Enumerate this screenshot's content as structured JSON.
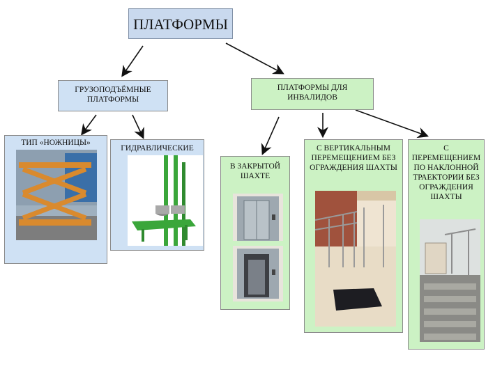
{
  "title": "ПЛАТФОРМЫ",
  "cargo": {
    "label": "ГРУЗОПОДЪЁМНЫЕ ПЛАТФОРМЫ"
  },
  "disabled": {
    "label": "ПЛАТФОРМЫ ДЛЯ ИНВАЛИДОВ"
  },
  "scissor": {
    "label": "ТИП «НОЖНИЦЫ»"
  },
  "hydraulic": {
    "label": "ГИДРАВЛИЧЕСКИЕ"
  },
  "closed_shaft": {
    "label": "В ЗАКРЫТОЙ ШАХТЕ"
  },
  "vertical": {
    "label": "С ВЕРТИКАЛЬНЫМ ПЕРЕМЕЩЕНИЕМ БЕЗ ОГРАЖДЕНИЯ ШАХТЫ"
  },
  "inclined": {
    "label": "С ПЕРЕМЕЩЕНИЕМ ПО НАКЛОННОЙ ТРАЕКТОРИИ БЕЗ ОГРАЖДЕНИЯ ШАХТЫ"
  },
  "colors": {
    "blue_box": "#cfe1f4",
    "green_box": "#ccf2c4",
    "title_box": "#c9d9ee",
    "scissor_lift": "#d98a2e",
    "hydraulic_platform": "#3aa63a"
  }
}
